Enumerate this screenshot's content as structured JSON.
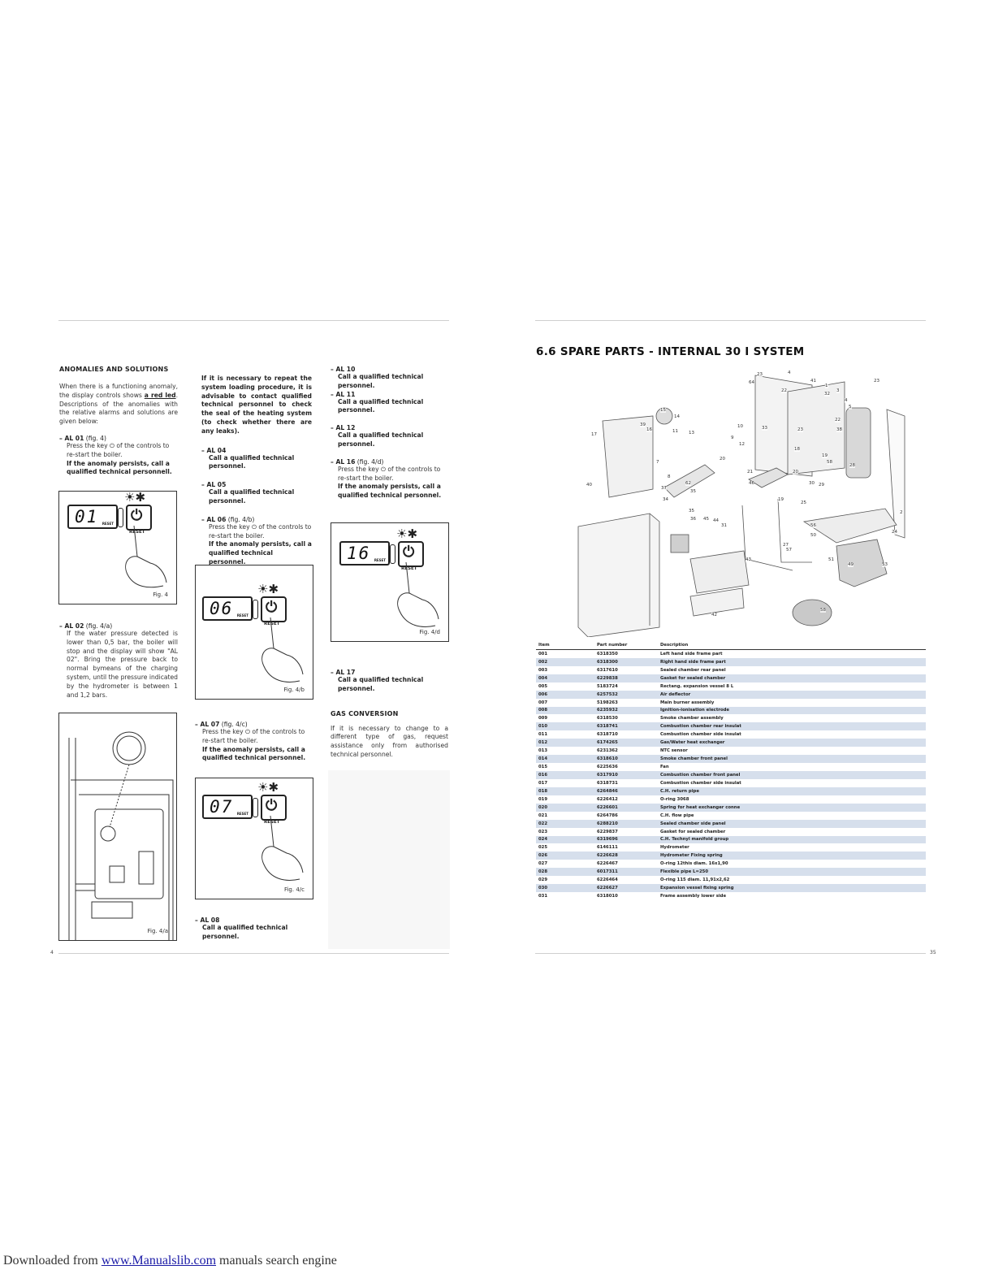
{
  "left_page": {
    "heading": "ANOMALIES AND SOLUTIONS",
    "intro_1": "When there is a functioning anomaly, the display controls shows",
    "intro_red": "a red led",
    "intro_2": ". Descriptions of the anomalies with the relative alarms and solutions are given below:",
    "al01": {
      "title": "– AL 01",
      "ref": " (fig. 4)",
      "text": "Press the key ⏻ of the controls to re-start the boiler.",
      "bold": "If the anomaly persists, call a qualified technical personnell."
    },
    "fig4": {
      "code": "01",
      "reset": "RESET",
      "caption": "Fig. 4"
    },
    "al02": {
      "title": "– AL 02",
      "ref": " (fig. 4/a)",
      "text": "If the water pressure detected is lower than 0,5 bar, the boiler will stop and the display will show \"AL 02\". Bring the pressure back to normal bymeans of the charging system, until the pressure indicated by the hydrometer is between 1 and 1,2 bars."
    },
    "fig4a": {
      "caption": "Fig. 4/a"
    },
    "col2_intro": "If it is necessary to repeat the system loading procedure, it is advisable to contact qualified technical personnel to check the seal of the heating system (to check whether there are any leaks).",
    "al04": {
      "title": "– AL 04",
      "bold": "Call a qualified technical personnel."
    },
    "al05": {
      "title": "– AL 05",
      "bold": "Call a qualified technical personnel."
    },
    "al06": {
      "title": "– AL 06",
      "ref": " (fig. 4/b)",
      "text": "Press the key ⏻ of the controls to re-start the boiler.",
      "bold": "If the anomaly persists, call a qualified technical personnel."
    },
    "fig4b": {
      "code": "06",
      "reset": "RESET",
      "caption": "Fig. 4/b"
    },
    "al07": {
      "title": "– AL 07",
      "ref": " (fig. 4/c)",
      "text": "Press the key ⏻ of the controls to re-start the boiler.",
      "bold": "If the anomaly persists, call a qualified technical personnel."
    },
    "fig4c": {
      "code": "07",
      "reset": "RESET",
      "caption": "Fig. 4/c"
    },
    "al08": {
      "title": "– AL 08",
      "bold": "Call a qualified technical personnel."
    },
    "al10": {
      "title": "– AL 10",
      "bold": "Call a qualified technical personnel."
    },
    "al11": {
      "title": "– AL 11",
      "bold": "Call a qualified technical personnel."
    },
    "al12": {
      "title": "– AL 12",
      "bold": "Call a qualified technical personnel."
    },
    "al16": {
      "title": "– AL 16",
      "ref": " (fig. 4/d)",
      "text": "Press the key ⏻ of the controls to re-start the boiler.",
      "bold": "If the anomaly persists, call a qualified technical personnel."
    },
    "fig4d": {
      "code": "16",
      "reset": "RESET",
      "caption": "Fig. 4/d"
    },
    "al17": {
      "title": "– AL 17",
      "bold": "Call a qualified technical personnel."
    },
    "gas_heading": "GAS CONVERSION",
    "gas_text": "If it is necessary to change to a different type of gas, request assistance only from authorised technical personnel.",
    "page_number": "4"
  },
  "right_page": {
    "title": "6.6  SPARE PARTS - INTERNAL 30 I SYSTEM",
    "diagram_labels": [
      "23",
      "4",
      "41",
      "1",
      "3",
      "23",
      "64",
      "22",
      "32",
      "4",
      "5",
      "15",
      "14",
      "39",
      "16",
      "11",
      "10",
      "33",
      "23",
      "22",
      "38",
      "17",
      "13",
      "9",
      "12",
      "18",
      "19",
      "40",
      "7",
      "20",
      "21",
      "20",
      "58",
      "30",
      "29",
      "28",
      "8",
      "62",
      "37",
      "35",
      "46",
      "19",
      "25",
      "2",
      "34",
      "35",
      "36",
      "45",
      "44",
      "31",
      "56",
      "50",
      "24",
      "43",
      "27",
      "57",
      "51",
      "42",
      "58",
      "49",
      "53"
    ],
    "table_headers": [
      "Item",
      "Part number",
      "Description"
    ],
    "parts": [
      [
        "001",
        "6318350",
        "Left hand side frame part"
      ],
      [
        "002",
        "6318300",
        "Right hand side frame part"
      ],
      [
        "003",
        "6317610",
        "Sealed chamber rear panel"
      ],
      [
        "004",
        "6229838",
        "Gasket for sealed chamber"
      ],
      [
        "005",
        "5183724",
        "Rectang. expansion vessel 8 L"
      ],
      [
        "006",
        "6257532",
        "Air deflector"
      ],
      [
        "007",
        "5198263",
        "Main burner assembly"
      ],
      [
        "008",
        "6235932",
        "Ignition-ionisation electrode"
      ],
      [
        "009",
        "6318530",
        "Smoke chamber assembly"
      ],
      [
        "010",
        "6318741",
        "Combustion chamber rear insulat"
      ],
      [
        "011",
        "6318710",
        "Combustion chamber side insulat"
      ],
      [
        "012",
        "6174265",
        "Gas/Water heat exchanger"
      ],
      [
        "013",
        "6231362",
        "NTC sensor"
      ],
      [
        "014",
        "6318610",
        "Smoke chamber front panel"
      ],
      [
        "015",
        "6225636",
        "Fan"
      ],
      [
        "016",
        "6317910",
        "Combustion chamber front panel"
      ],
      [
        "017",
        "6318731",
        "Combustion chamber side insulat"
      ],
      [
        "018",
        "6264846",
        "C.H. return pipe"
      ],
      [
        "019",
        "6226412",
        "O-ring 3068"
      ],
      [
        "020",
        "6226601",
        "Spring for heat exchanger conne"
      ],
      [
        "021",
        "6264786",
        "C.H. flow pipe"
      ],
      [
        "022",
        "6288210",
        "Sealed chamber side panel"
      ],
      [
        "023",
        "6229837",
        "Gasket for sealed chamber"
      ],
      [
        "024",
        "6319696",
        "C.H. Technyl manifold group"
      ],
      [
        "025",
        "6146111",
        "Hydrometer"
      ],
      [
        "026",
        "6226628",
        "Hydrometer Fixing spring"
      ],
      [
        "027",
        "6226467",
        "O-ring 12this diam. 16x1,90"
      ],
      [
        "028",
        "6017311",
        "Flexible pipe L=250"
      ],
      [
        "029",
        "6226464",
        "O-ring 115 diam. 11,91x2,62"
      ],
      [
        "030",
        "6226627",
        "Expansion vessel fixing spring"
      ],
      [
        "031",
        "6318010",
        "Frame assembly lower side"
      ]
    ],
    "page_number": "35"
  },
  "footer": {
    "prefix": "Downloaded from ",
    "link": "www.Manualslib.com",
    "suffix": "  manuals search engine"
  }
}
